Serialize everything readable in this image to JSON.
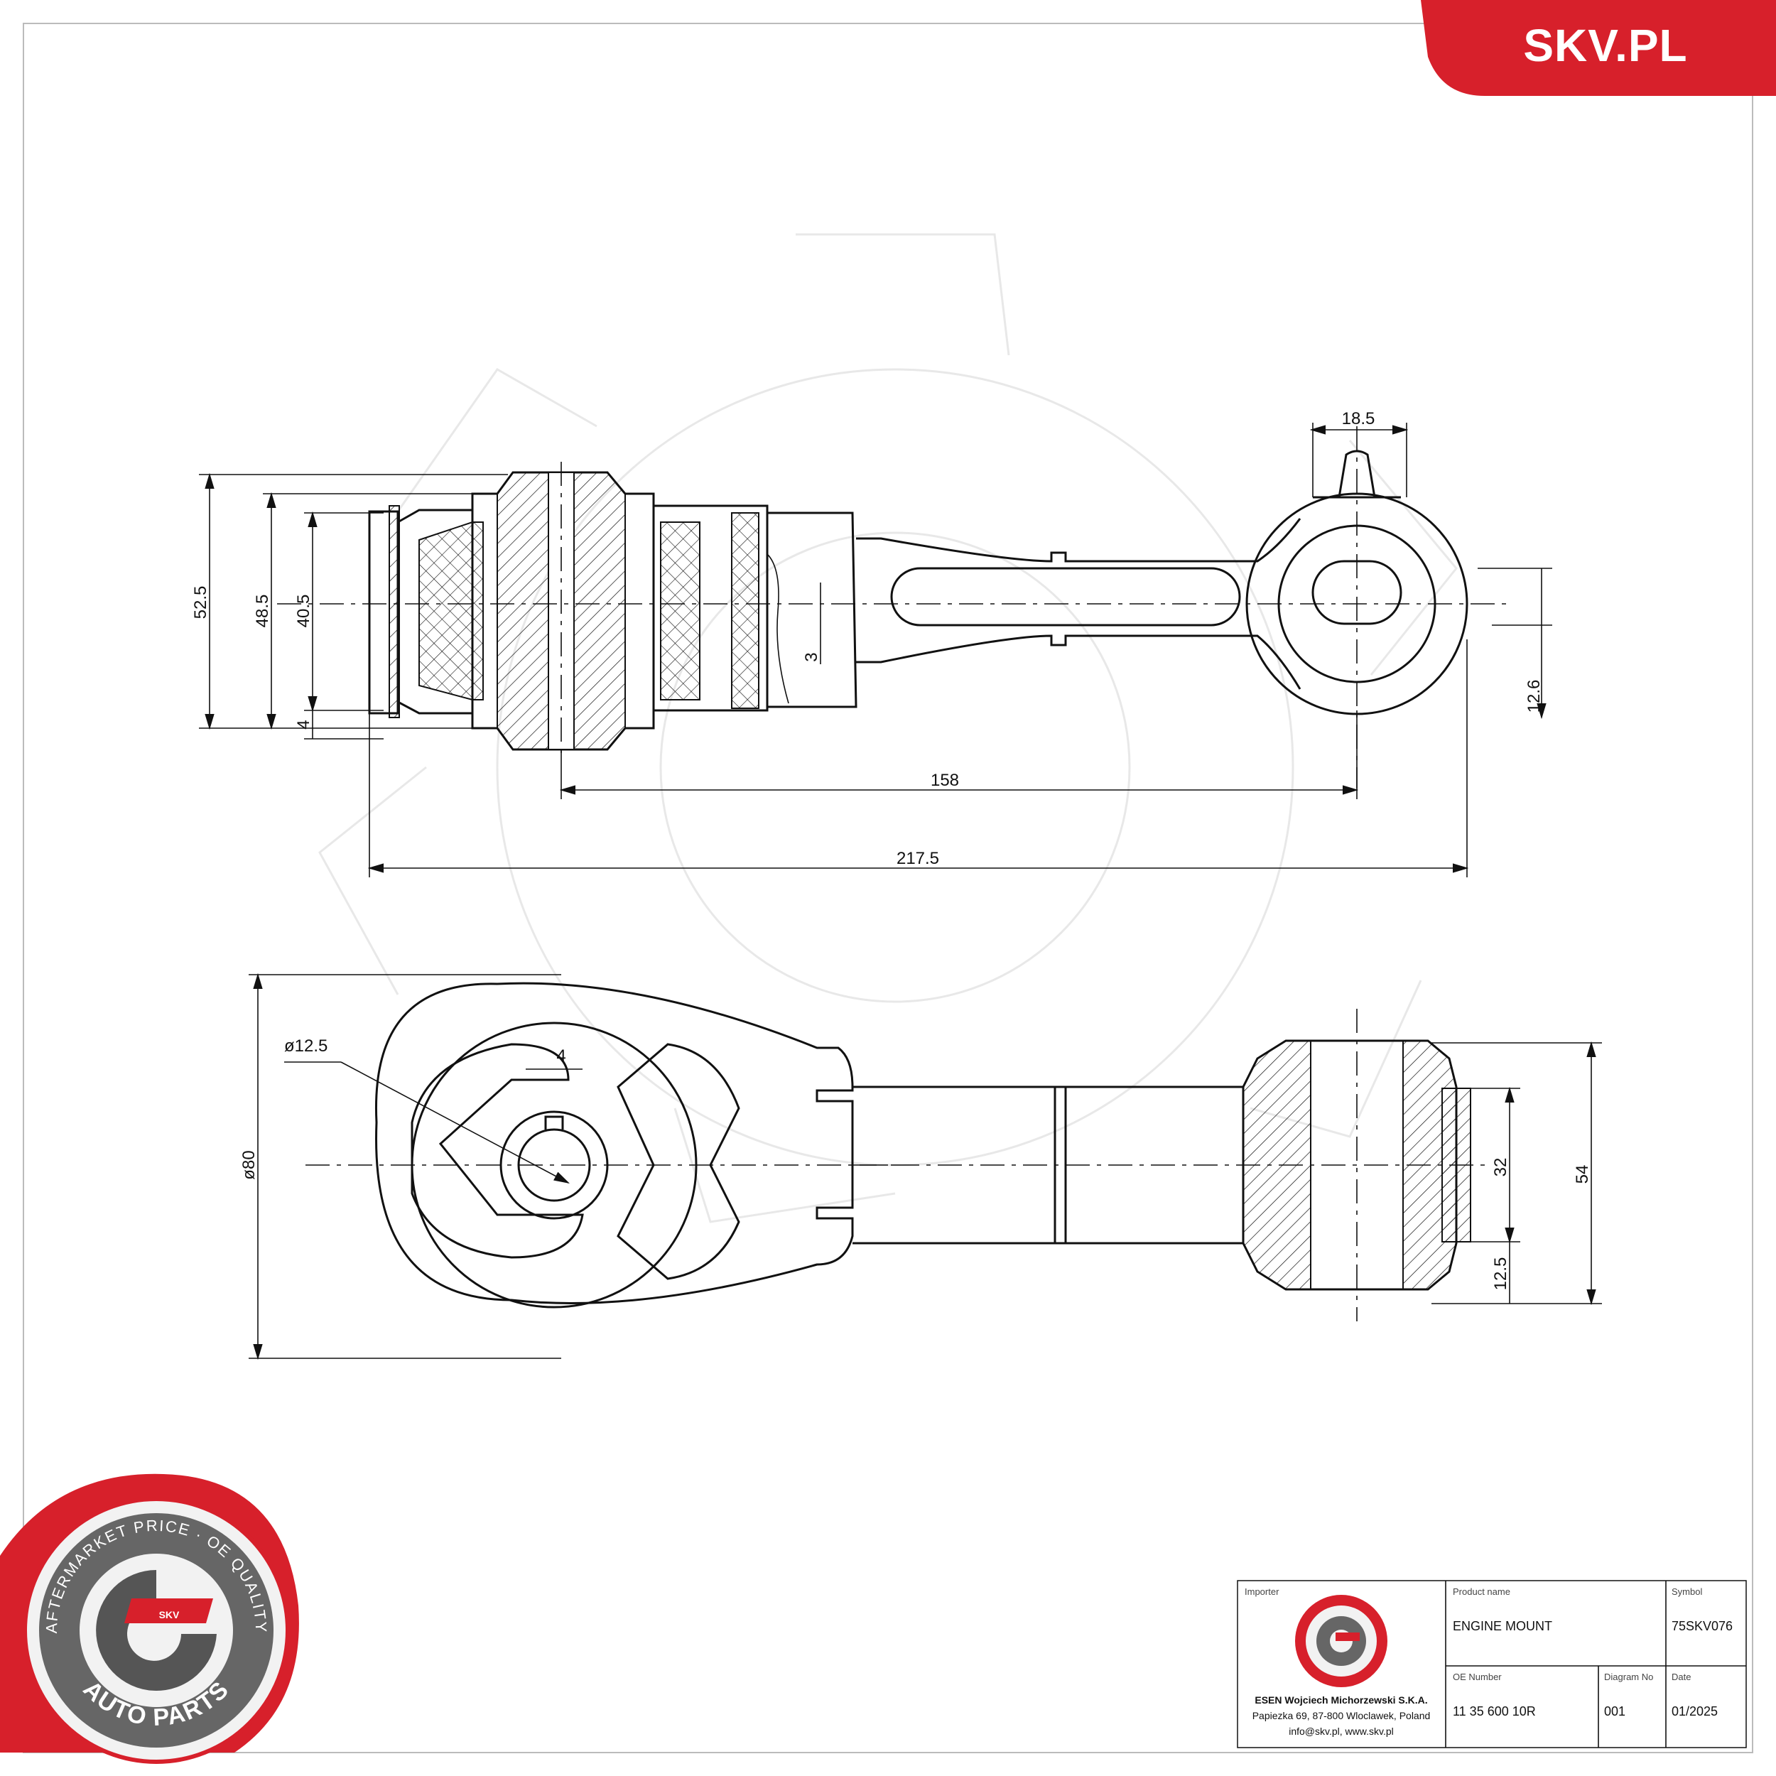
{
  "brand": {
    "site": "SKV.PL",
    "accent_color": "#d7202b",
    "seal_top_text": "AFTERMARKET PRICE · OE QUALITY",
    "seal_bottom_text": "AUTO PARTS",
    "seal_center_text": "SKV"
  },
  "dimensions": {
    "top_view": {
      "height_outer": "52.5",
      "height_mid": "48.5",
      "height_inner": "40.5",
      "offset_bottom": "4",
      "offset_small": "3",
      "eye_width": "18.5",
      "eye_offset": "12.6",
      "center_distance": "158",
      "total_length": "217.5"
    },
    "bottom_view": {
      "hole_diameter": "ø12.5",
      "key_width": "4",
      "outer_diameter": "ø80",
      "bush_inner": "32",
      "bush_outer": "54",
      "bush_offset": "12.5"
    }
  },
  "title_block": {
    "importer_label": "Importer",
    "importer_name": "ESEN Wojciech Michorzewski S.K.A.",
    "importer_address": "Papiezka 69, 87-800 Wloclawek, Poland",
    "importer_contact": "info@skv.pl, www.skv.pl",
    "product_name_label": "Product name",
    "product_name": "ENGINE MOUNT",
    "symbol_label": "Symbol",
    "symbol": "75SKV076",
    "oe_number_label": "OE Number",
    "oe_number": "11 35 600 10R",
    "diagram_no_label": "Diagram No",
    "diagram_no": "001",
    "date_label": "Date",
    "date": "01/2025"
  }
}
